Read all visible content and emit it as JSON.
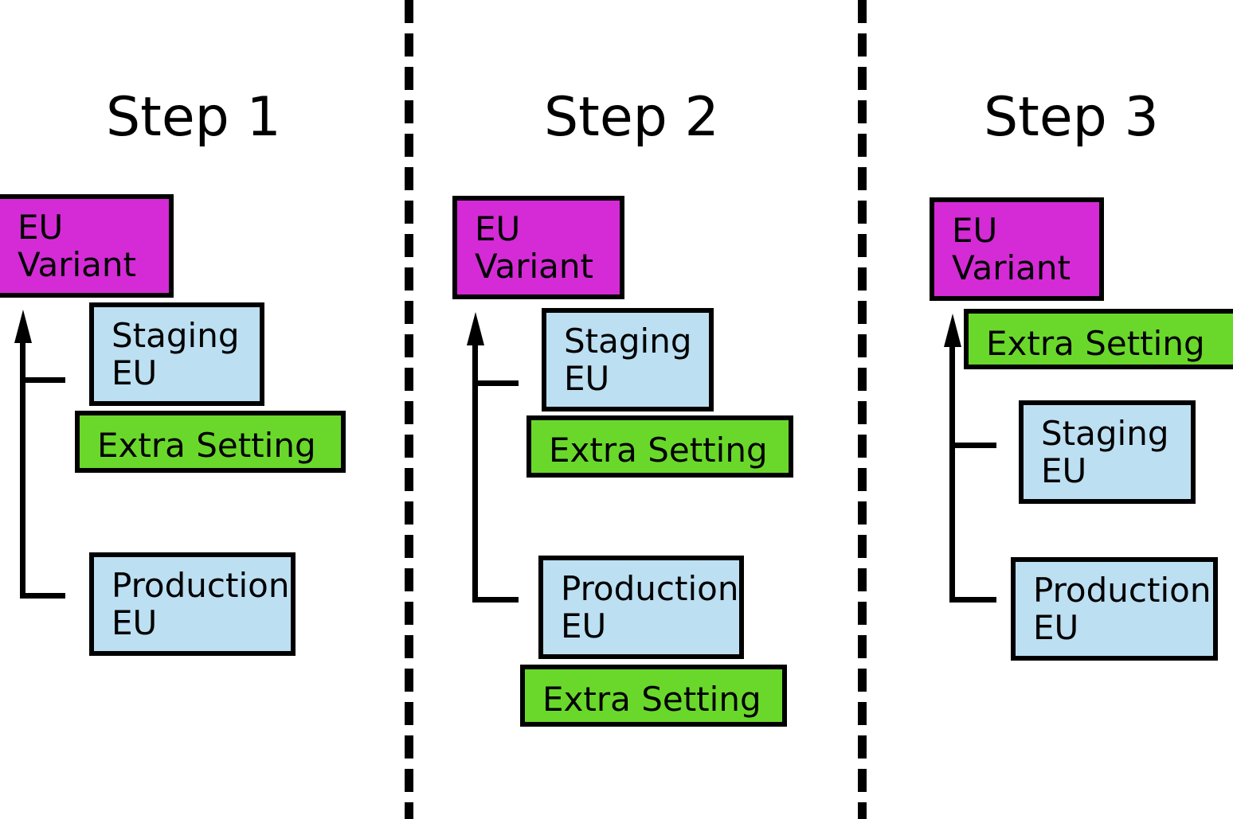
{
  "diagram": {
    "title_prefix": "Step",
    "colors": {
      "magenta": "#d42bd6",
      "light_blue": "#bcdff2",
      "green": "#6ad82b",
      "outline": "#000000",
      "background": "#ffffff"
    },
    "steps": [
      {
        "title": "Step 1",
        "nodes": [
          {
            "label": "EU\nVariant",
            "kind": "variant"
          },
          {
            "label": "Staging\nEU",
            "kind": "environment"
          },
          {
            "label": "Extra Setting",
            "kind": "setting"
          },
          {
            "label": "Production\nEU",
            "kind": "environment"
          }
        ]
      },
      {
        "title": "Step 2",
        "nodes": [
          {
            "label": "EU\nVariant",
            "kind": "variant"
          },
          {
            "label": "Staging\nEU",
            "kind": "environment"
          },
          {
            "label": "Extra Setting",
            "kind": "setting"
          },
          {
            "label": "Production\nEU",
            "kind": "environment"
          },
          {
            "label": "Extra Setting",
            "kind": "setting"
          }
        ]
      },
      {
        "title": "Step 3",
        "nodes": [
          {
            "label": "EU\nVariant",
            "kind": "variant"
          },
          {
            "label": "Extra Setting",
            "kind": "setting"
          },
          {
            "label": "Staging\nEU",
            "kind": "environment"
          },
          {
            "label": "Production\nEU",
            "kind": "environment"
          }
        ]
      }
    ]
  }
}
